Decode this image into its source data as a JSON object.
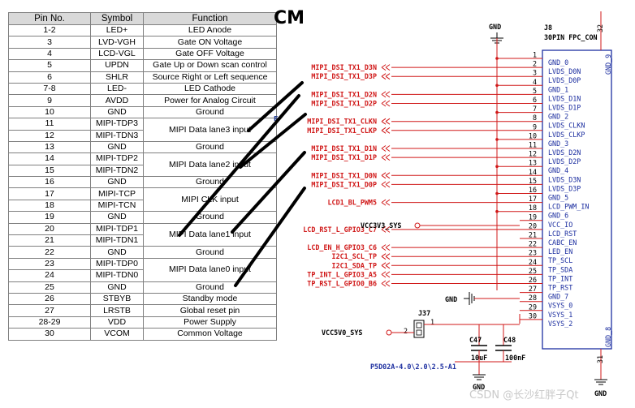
{
  "table": {
    "headers": [
      "Pin No.",
      "Symbol",
      "Function"
    ],
    "rows": [
      {
        "pin": "1-2",
        "symbol": "LED+",
        "function": "LED Anode"
      },
      {
        "pin": "3",
        "symbol": "LVD-VGH",
        "function": "Gate ON Voltage"
      },
      {
        "pin": "4",
        "symbol": "LCD-VGL",
        "function": "Gate OFF Voltage"
      },
      {
        "pin": "5",
        "symbol": "UPDN",
        "function": "Gate Up or Down scan control"
      },
      {
        "pin": "6",
        "symbol": "SHLR",
        "function": "Source Right or Left sequence"
      },
      {
        "pin": "7-8",
        "symbol": "LED-",
        "function": "LED Cathode"
      },
      {
        "pin": "9",
        "symbol": "AVDD",
        "function": "Power for Analog Circuit"
      },
      {
        "pin": "10",
        "symbol": "GND",
        "function": "Ground"
      },
      {
        "pin": "11",
        "symbol": "MIPI-TDP3",
        "function": "MIPI Data lane3 input",
        "span": 2
      },
      {
        "pin": "12",
        "symbol": "MIPI-TDN3"
      },
      {
        "pin": "13",
        "symbol": "GND",
        "function": "Ground"
      },
      {
        "pin": "14",
        "symbol": "MIPI-TDP2",
        "function": "MIPI Data lane2 input",
        "span": 2
      },
      {
        "pin": "15",
        "symbol": "MIPI-TDN2"
      },
      {
        "pin": "16",
        "symbol": "GND",
        "function": "Ground"
      },
      {
        "pin": "17",
        "symbol": "MIPI-TCP",
        "function": "MIPI CLK input",
        "span": 2
      },
      {
        "pin": "18",
        "symbol": "MIPI-TCN"
      },
      {
        "pin": "19",
        "symbol": "GND",
        "function": "Ground"
      },
      {
        "pin": "20",
        "symbol": "MIPI-TDP1",
        "function": "MIPI Data lane1 input",
        "span": 2
      },
      {
        "pin": "21",
        "symbol": "MIPI-TDN1"
      },
      {
        "pin": "22",
        "symbol": "GND",
        "function": "Ground"
      },
      {
        "pin": "23",
        "symbol": "MIPI-TDP0",
        "function": "MIPI Data lane0 input",
        "span": 2
      },
      {
        "pin": "24",
        "symbol": "MIPI-TDN0"
      },
      {
        "pin": "25",
        "symbol": "GND",
        "function": "Ground"
      },
      {
        "pin": "26",
        "symbol": "STBYB",
        "function": "Standby mode"
      },
      {
        "pin": "27",
        "symbol": "LRSTB",
        "function": "Global reset pin"
      },
      {
        "pin": "28-29",
        "symbol": "VDD",
        "function": "Power Supply"
      },
      {
        "pin": "30",
        "symbol": "VCOM",
        "function": "Common Voltage"
      }
    ]
  },
  "title_fragment": "CM",
  "stray_label": "F",
  "connector": {
    "ref": "J8",
    "name": "30PIN FPC_CON",
    "pins": [
      {
        "num": "1",
        "label": "GND_0"
      },
      {
        "num": "2",
        "label": "LVDS_D0N"
      },
      {
        "num": "3",
        "label": "LVDS_D0P"
      },
      {
        "num": "4",
        "label": "GND_1"
      },
      {
        "num": "5",
        "label": "LVDS_D1N"
      },
      {
        "num": "6",
        "label": "LVDS_D1P"
      },
      {
        "num": "7",
        "label": "GND_2"
      },
      {
        "num": "8",
        "label": "LVDS_CLKN"
      },
      {
        "num": "9",
        "label": "LVDS_CLKP"
      },
      {
        "num": "10",
        "label": "GND_3"
      },
      {
        "num": "11",
        "label": "LVDS_D2N"
      },
      {
        "num": "12",
        "label": "LVDS_D2P"
      },
      {
        "num": "13",
        "label": "GND_4"
      },
      {
        "num": "14",
        "label": "LVDS_D3N"
      },
      {
        "num": "15",
        "label": "LVDS_D3P"
      },
      {
        "num": "16",
        "label": "GND_5"
      },
      {
        "num": "17",
        "label": "LCD_PWM_IN"
      },
      {
        "num": "18",
        "label": "GND_6"
      },
      {
        "num": "19",
        "label": "VCC_IO"
      },
      {
        "num": "20",
        "label": "LCD_RST"
      },
      {
        "num": "21",
        "label": "CABC_EN"
      },
      {
        "num": "22",
        "label": "LED_EN"
      },
      {
        "num": "23",
        "label": "TP_SCL"
      },
      {
        "num": "24",
        "label": "TP_SDA"
      },
      {
        "num": "25",
        "label": "TP_INT"
      },
      {
        "num": "26",
        "label": "TP_RST"
      },
      {
        "num": "27",
        "label": "GND_7"
      },
      {
        "num": "28",
        "label": "VSYS_0"
      },
      {
        "num": "29",
        "label": "VSYS_1"
      },
      {
        "num": "30",
        "label": "VSYS_2"
      }
    ],
    "side_top_label": "GND_9",
    "side_bottom_label": "GND_8",
    "side_top_num": "32",
    "side_bottom_num": "31"
  },
  "nets": [
    {
      "pin": "2",
      "text": "MIPI_DSI_TX1_D3N"
    },
    {
      "pin": "3",
      "text": "MIPI_DSI_TX1_D3P"
    },
    {
      "pin": "5",
      "text": "MIPI_DSI_TX1_D2N"
    },
    {
      "pin": "6",
      "text": "MIPI_DSI_TX1_D2P"
    },
    {
      "pin": "8",
      "text": "MIPI_DSI_TX1_CLKN"
    },
    {
      "pin": "9",
      "text": "MIPI_DSI_TX1_CLKP"
    },
    {
      "pin": "11",
      "text": "MIPI_DSI_TX1_D1N"
    },
    {
      "pin": "12",
      "text": "MIPI_DSI_TX1_D1P"
    },
    {
      "pin": "14",
      "text": "MIPI_DSI_TX1_D0N"
    },
    {
      "pin": "15",
      "text": "MIPI_DSI_TX1_D0P"
    },
    {
      "pin": "17",
      "text": "LCD1_BL_PWM5"
    },
    {
      "pin": "20",
      "text": "LCD_RST_L_GPIO3_C7"
    },
    {
      "pin": "22",
      "text": "LCD_EN_H_GPIO3_C6"
    },
    {
      "pin": "23",
      "text": "I2C1_SCL_TP"
    },
    {
      "pin": "24",
      "text": "I2C1_SDA_TP"
    },
    {
      "pin": "25",
      "text": "TP_INT_L_GPIO3_A5"
    },
    {
      "pin": "26",
      "text": "TP_RST_L_GPIO0_B6"
    }
  ],
  "power": {
    "gnd_top": "GND",
    "vcc3v3": "VCC3V3_SYS",
    "gnd_mid": "GND",
    "vcc5v0": "VCC5V0_SYS",
    "gnd_bottom": "GND",
    "gnd_right_bottom": "GND"
  },
  "jumper": {
    "ref": "J37",
    "pin_left": "2",
    "pin_right": "1",
    "part": "P5D02A-4.0\\2.0\\2.5-A1"
  },
  "caps": [
    {
      "ref": "C47",
      "value": "10uF"
    },
    {
      "ref": "C48",
      "value": "100nF"
    }
  ],
  "watermark": "CSDN @长沙红胖子Qt",
  "colors": {
    "net_red": "#d01818",
    "pin_blue": "#1d2fa0",
    "header_gray": "#d9d9d9"
  }
}
